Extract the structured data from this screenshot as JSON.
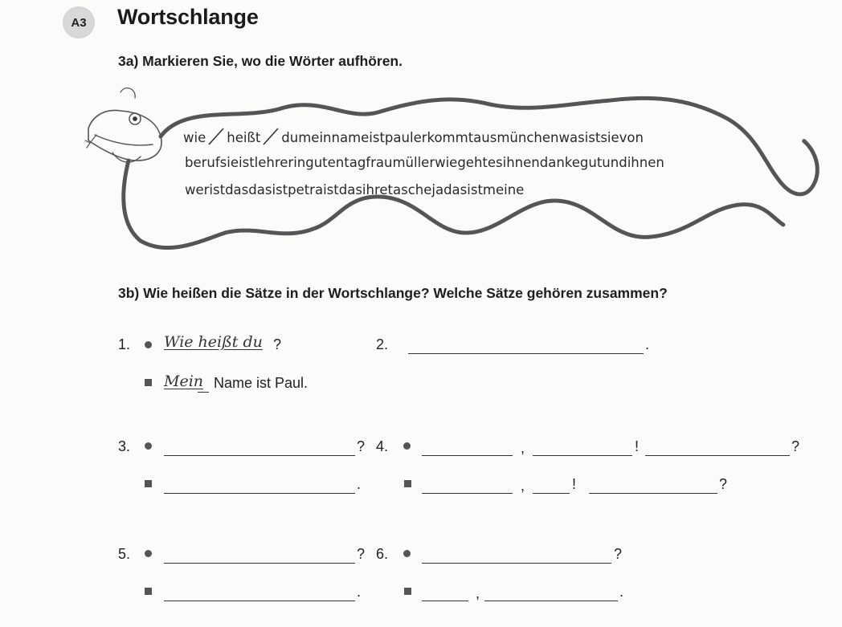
{
  "header": {
    "badge": "A3",
    "title": "Wortschlange"
  },
  "task_a": {
    "instruction": "3a) Markieren Sie, wo die Wörter aufhören.",
    "snake_lines": [
      "wie / heißt / dumeinnameistpaulerkommtausmünchenwasistsievon",
      "berufsieistlehreringutentagfraumüllerwiegehtesihnendankegutundihnen",
      "weristdasdasistpetraistdasihretaschejadasistmeine"
    ],
    "snake_first": "wie",
    "snake_second": "heißt",
    "snake_rest": "dumeinnameistpaulerkommtausmünchenwasistsievon"
  },
  "task_b": {
    "instruction": "3b) Wie heißen die Sätze in der Wortschlange? Welche Sätze gehören zusammen?",
    "items": [
      {
        "num": "1.",
        "q_answer": "Wie heißt du",
        "q_end": "?",
        "a_answer": "Mein",
        "a_rest": "Name ist Paul."
      },
      {
        "num": "2.",
        "end": "."
      },
      {
        "num": "3.",
        "q_end": "?",
        "a_end": "."
      },
      {
        "num": "4.",
        "q_sep1": ",",
        "q_sep2": "!",
        "q_end": "?",
        "a_sep1": ",",
        "a_sep2": "!",
        "a_end": "?"
      },
      {
        "num": "5.",
        "q_end": "?",
        "a_end": "."
      },
      {
        "num": "6.",
        "q_end": "?",
        "a_sep1": ",",
        "a_end": "."
      }
    ]
  },
  "colors": {
    "snake_outline": "#555555",
    "text": "#1d1d1d",
    "badge": "#cfcfcf"
  }
}
